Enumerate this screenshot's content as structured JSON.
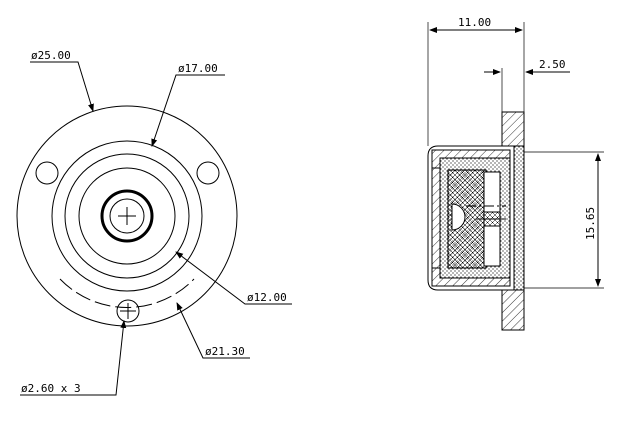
{
  "front_view": {
    "dims": {
      "outer_dia": "ø25.00",
      "inner_dia": "ø17.00",
      "bore_dia": "ø12.00",
      "bolt_circle_dia": "ø21.30",
      "hole_dia": "ø2.60 x 3"
    }
  },
  "side_view": {
    "dims": {
      "length": "11.00",
      "flange_thickness": "2.50",
      "height": "15.65"
    }
  }
}
